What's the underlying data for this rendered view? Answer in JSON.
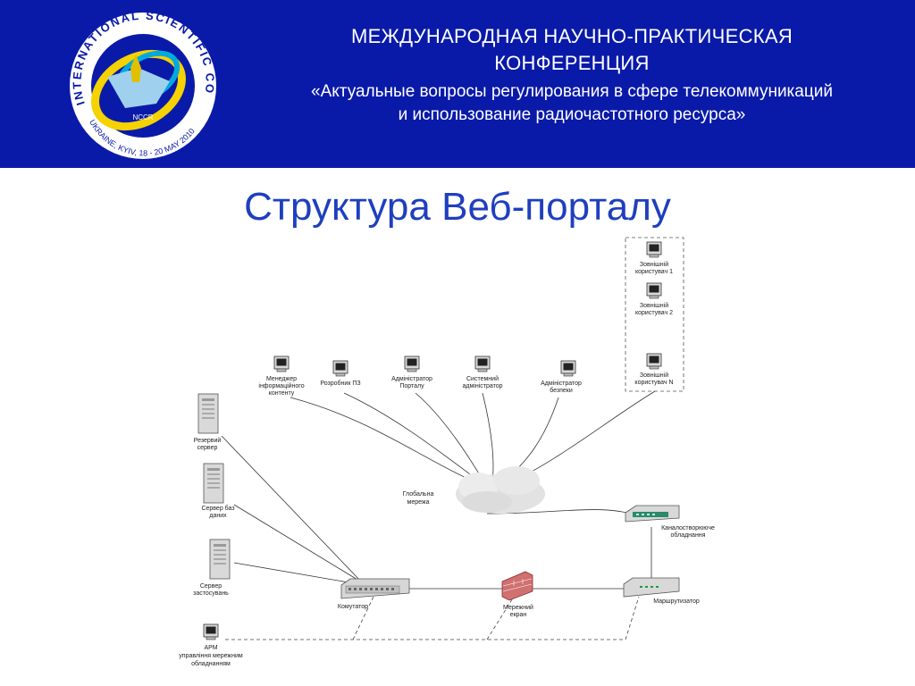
{
  "header": {
    "conference_line1": "МЕЖДУНАРОДНАЯ НАУЧНО-ПРАКТИЧЕСКАЯ",
    "conference_line2": "КОНФЕРЕНЦИЯ",
    "topic_line1": "«Актуальные вопросы регулирования в сфере телекоммуникаций",
    "topic_line2": "и использование радиочастотного ресурса»",
    "logo_ring_text": "INTERNATIONAL SCIENTIFIC CONFERENCE",
    "logo_bottom_text": "UKRAINE, KYIV, 18 - 20 MAY 2010",
    "logo_center_text": "NCCR"
  },
  "title": "Структура Веб-порталу",
  "diagram": {
    "external_users": [
      {
        "line1": "Зовнішній",
        "line2": "користувач 1"
      },
      {
        "line1": "Зовнішній",
        "line2": "користувач 2"
      },
      {
        "line1": "Зовнішній",
        "line2": "користувач N"
      }
    ],
    "staff": [
      {
        "line1": "Менеджер",
        "line2": "інформаційного",
        "line3": "контенту"
      },
      {
        "line1": "Розробник ПЗ"
      },
      {
        "line1": "Адміністратор",
        "line2": "Порталу"
      },
      {
        "line1": "Системний",
        "line2": "адміністратор"
      },
      {
        "line1": "Адміністратор",
        "line2": "безпеки"
      }
    ],
    "servers": [
      {
        "line1": "Резервий",
        "line2": "сервер"
      },
      {
        "line1": "Сервер баз",
        "line2": "даних"
      },
      {
        "line1": "Сервер",
        "line2": "застосувань"
      }
    ],
    "cloud": {
      "line1": "Глобальна",
      "line2": "мережа"
    },
    "channel_equipment": {
      "line1": "Каналостворююче",
      "line2": "обладнання"
    },
    "switch": "Комутатор",
    "firewall": {
      "line1": "Мережний",
      "line2": "екран"
    },
    "router": "Маршрутизатор",
    "workstation": {
      "line1": "АРМ",
      "line2": "управління  мережним",
      "line3": "обладнанням"
    }
  }
}
